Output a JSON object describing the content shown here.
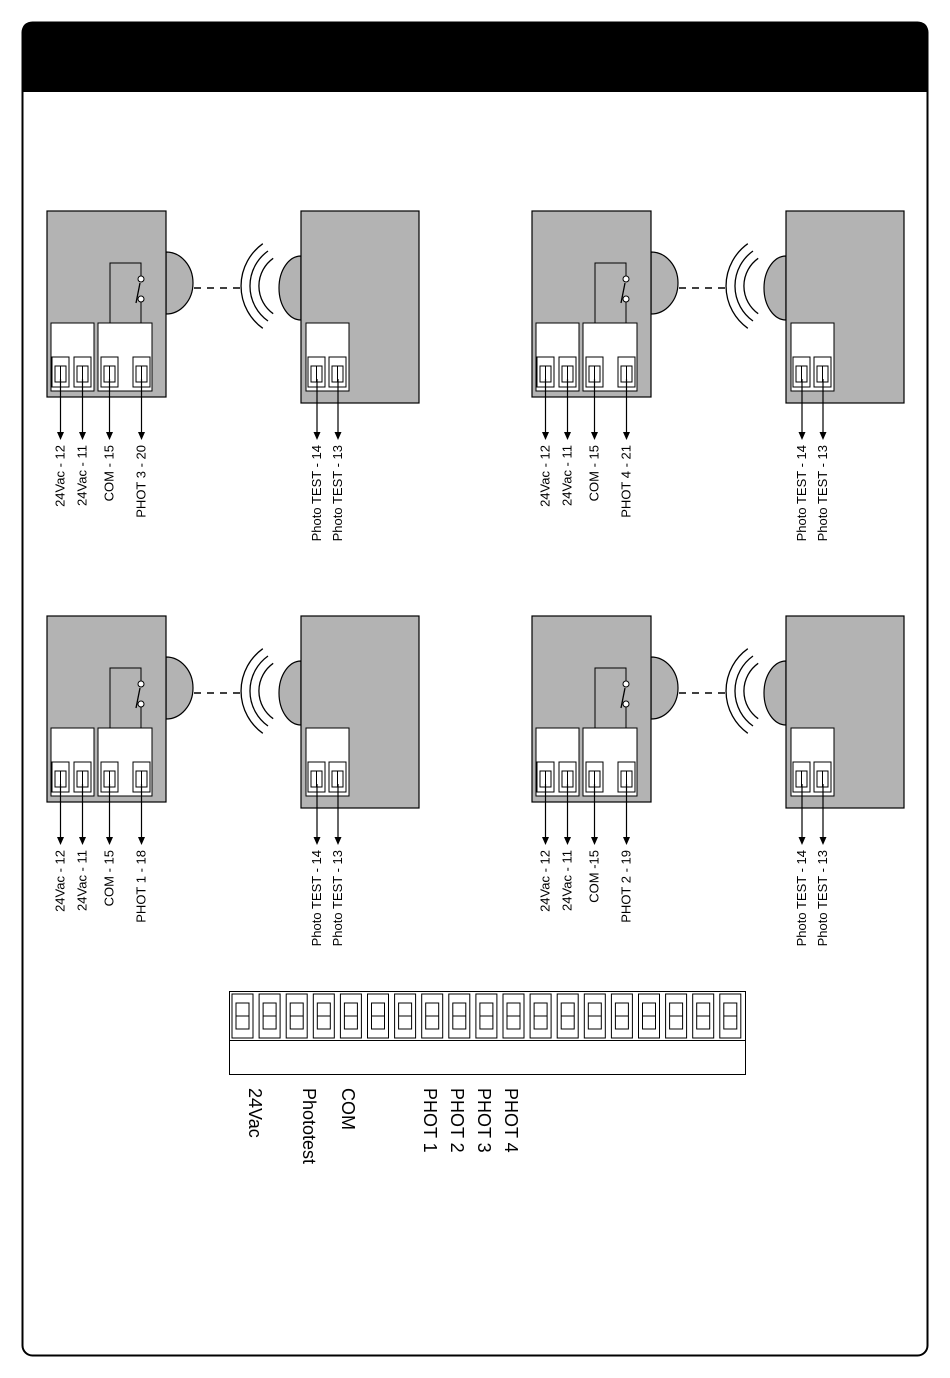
{
  "header": {
    "title": ""
  },
  "colors": {
    "box": "#b3b3b3",
    "stroke": "#000000",
    "header": "#000000",
    "page": "#ffffff"
  },
  "panels": [
    {
      "name": "phot3",
      "receiver_labels": [
        "24Vac - 12",
        "24Vac - 11",
        "COM - 15",
        "PHOT 3 - 20"
      ],
      "transmitter_labels": [
        "Photo TEST - 14",
        "Photo TEST - 13"
      ]
    },
    {
      "name": "phot4",
      "receiver_labels": [
        "24Vac - 12",
        "24Vac - 11",
        "COM - 15",
        "PHOT 4 - 21"
      ],
      "transmitter_labels": [
        "Photo TEST - 14",
        "Photo TEST - 13"
      ]
    },
    {
      "name": "phot1",
      "receiver_labels": [
        "24Vac - 12",
        "24Vac - 11",
        "COM - 15",
        "PHOT 1 - 18"
      ],
      "transmitter_labels": [
        "Photo TEST - 14",
        "Photo TEST - 13"
      ]
    },
    {
      "name": "phot2",
      "receiver_labels": [
        "24Vac - 12",
        "24Vac - 11",
        "COM -15",
        "PHOT 2 - 19"
      ],
      "transmitter_labels": [
        "Photo TEST - 14",
        "Photo TEST - 13"
      ]
    }
  ],
  "terminal_block": {
    "terminal_count": 19,
    "labels": [
      "24Vac",
      "Phototest",
      "COM",
      "PHOT 1",
      "PHOT 2",
      "PHOT 3",
      "PHOT 4"
    ]
  }
}
